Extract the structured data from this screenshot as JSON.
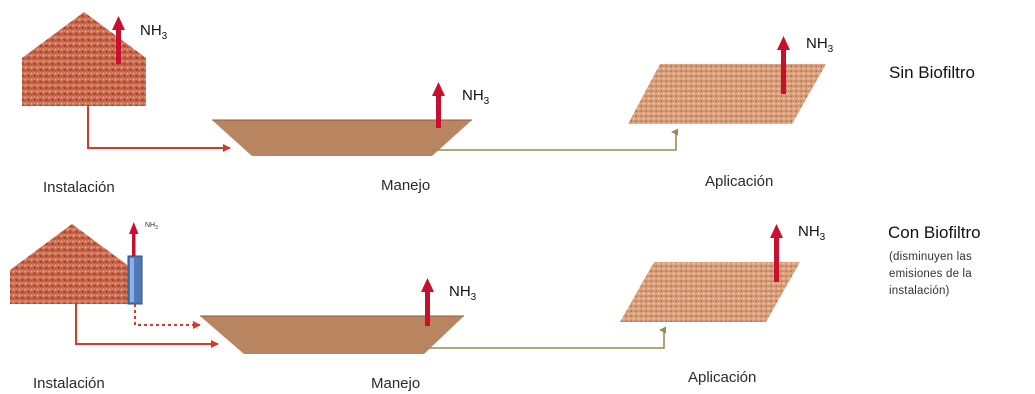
{
  "chemical": {
    "formula_base": "NH",
    "formula_sub": "3"
  },
  "rows": [
    {
      "scenario_title": "Sin Biofiltro",
      "scenario_note": [],
      "stages": [
        "Instalación",
        "Manejo",
        "Aplicación"
      ]
    },
    {
      "scenario_title": "Con Biofiltro",
      "scenario_note": [
        "(disminuyen las",
        "emisiones de la",
        "instalación)"
      ],
      "stages": [
        "Instalación",
        "Manejo",
        "Aplicación"
      ]
    }
  ],
  "colors": {
    "emission_arrow": "#c8102e",
    "flow_arrow": "#d83a2a",
    "olive_line": "#9a8a50",
    "manure_dark": "#b5553e",
    "manure_light": "#e7a57e",
    "pile_fill": "#b98560",
    "field_fill": "#d7a07a",
    "biofilter": "#4f78b8"
  }
}
